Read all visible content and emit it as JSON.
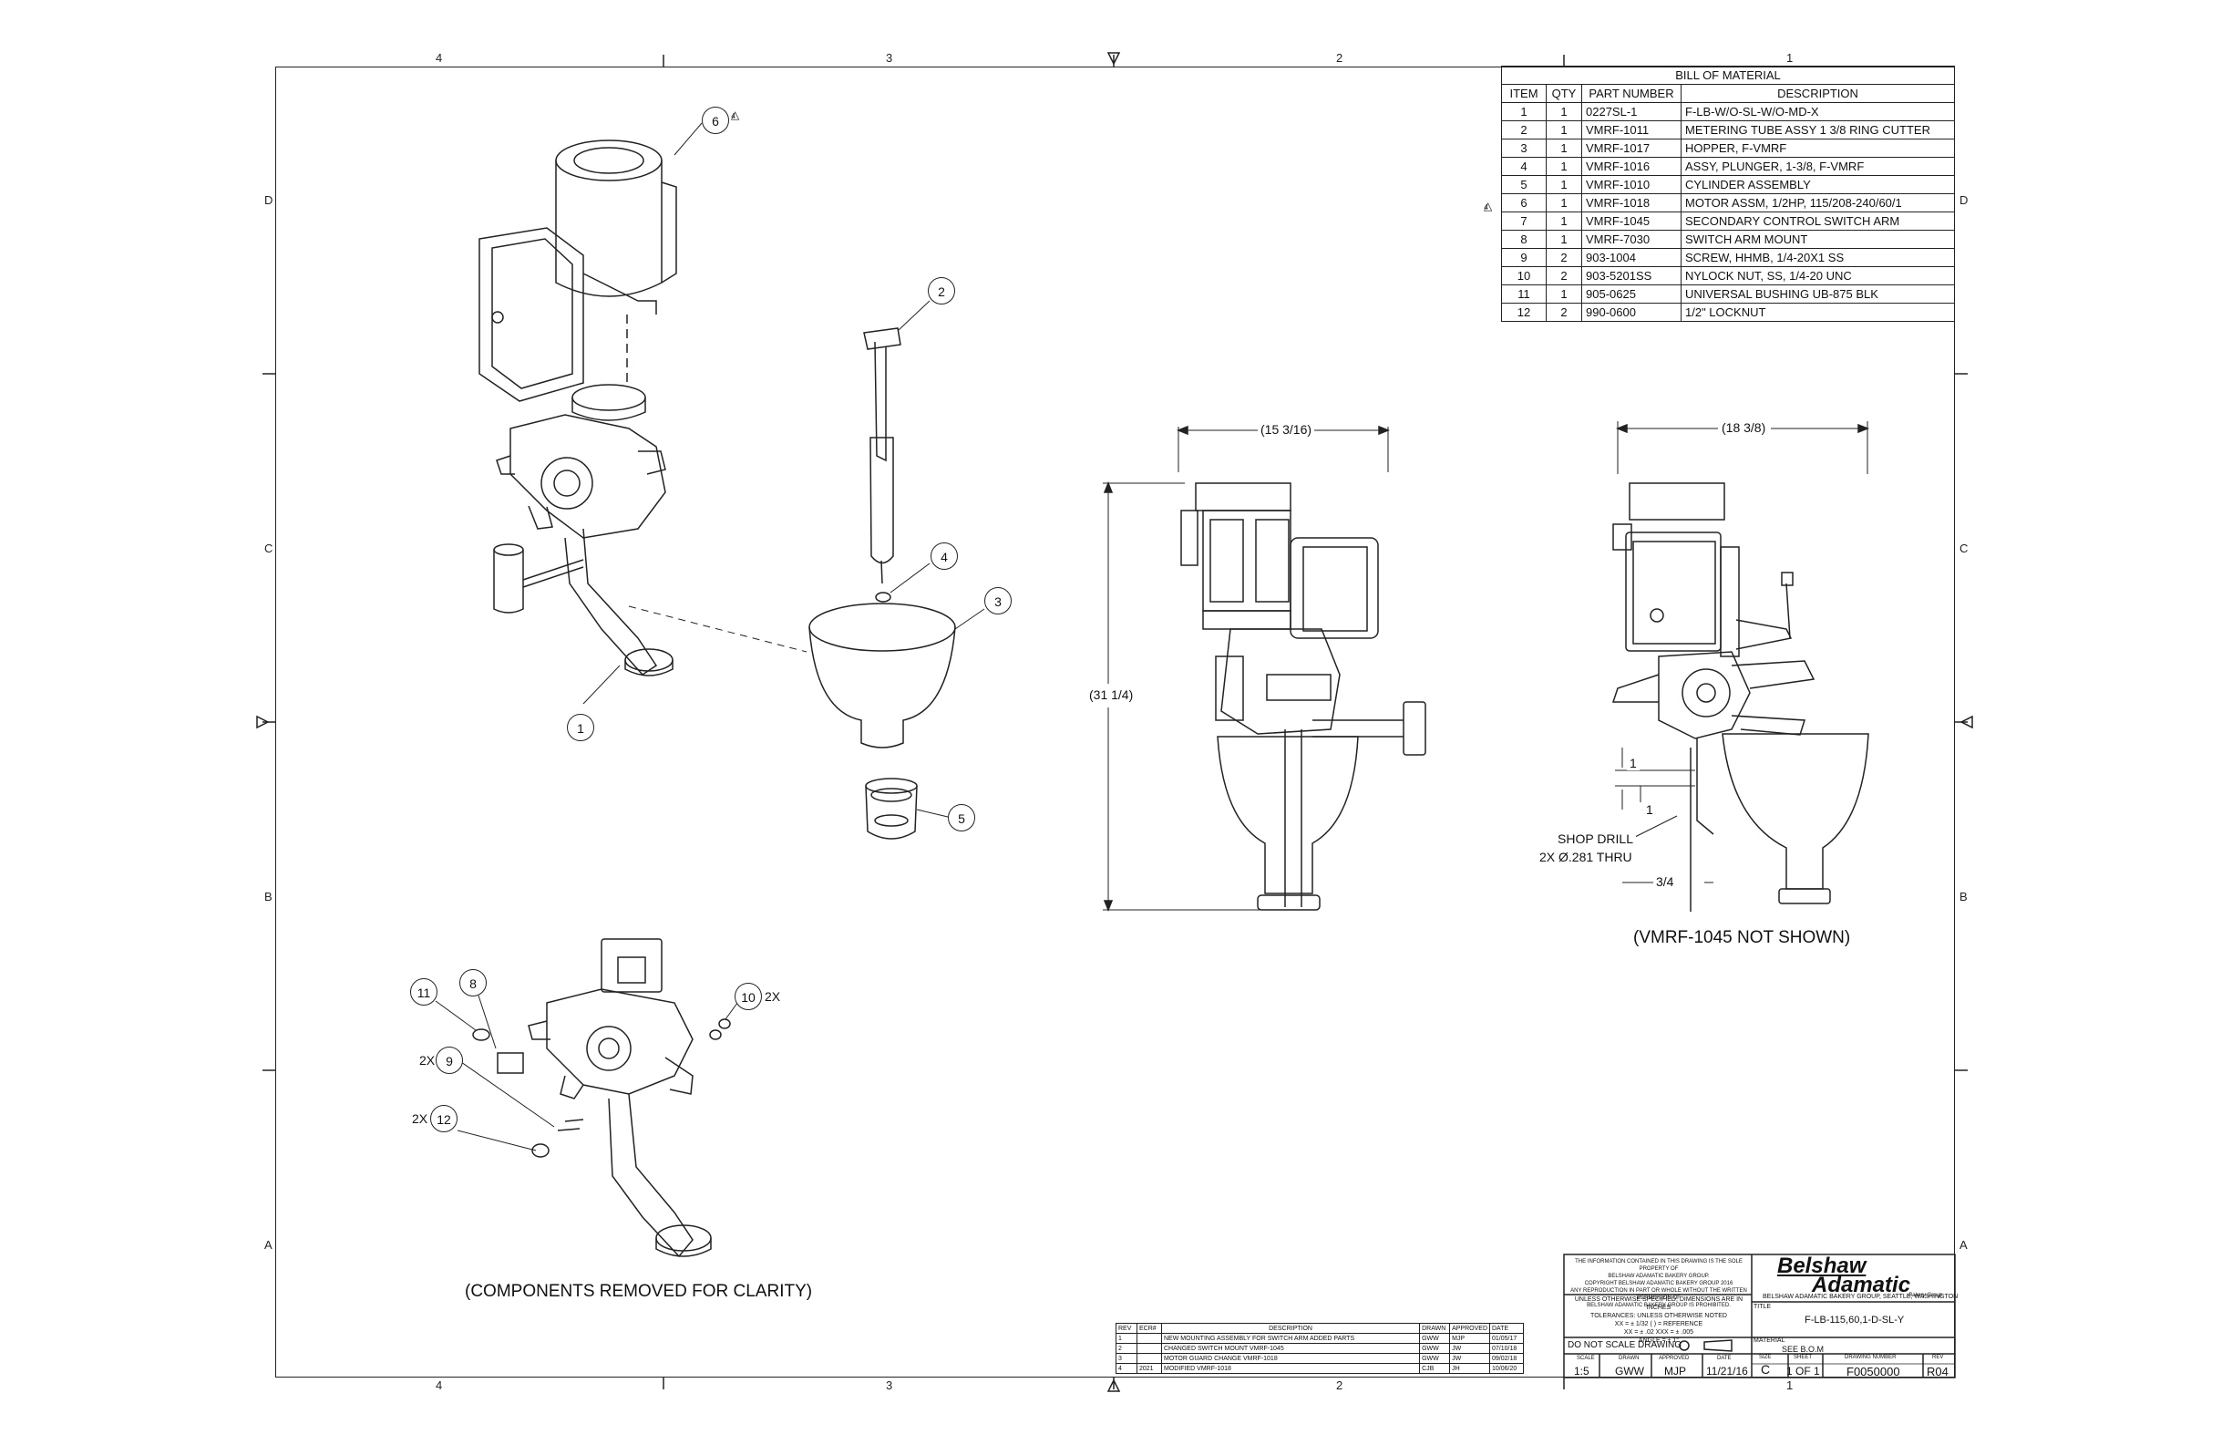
{
  "zones": {
    "top": [
      "4",
      "3",
      "2",
      "1"
    ],
    "bottom": [
      "4",
      "3",
      "2",
      "1"
    ],
    "left": [
      "D",
      "C",
      "B",
      "A"
    ],
    "right": [
      "D",
      "C",
      "B",
      "A"
    ]
  },
  "bom": {
    "title": "BILL OF MATERIAL",
    "headers": [
      "ITEM",
      "QTY",
      "PART NUMBER",
      "DESCRIPTION"
    ],
    "rows": [
      [
        "1",
        "1",
        "0227SL-1",
        "F-LB-W/O-SL-W/O-MD-X"
      ],
      [
        "2",
        "1",
        "VMRF-1011",
        "METERING TUBE ASSY 1 3/8 RING CUTTER"
      ],
      [
        "3",
        "1",
        "VMRF-1017",
        "HOPPER, F-VMRF"
      ],
      [
        "4",
        "1",
        "VMRF-1016",
        "ASSY, PLUNGER, 1-3/8, F-VMRF"
      ],
      [
        "5",
        "1",
        "VMRF-1010",
        "CYLINDER ASSEMBLY"
      ],
      [
        "6",
        "1",
        "VMRF-1018",
        "MOTOR ASSM, 1/2HP, 115/208-240/60/1"
      ],
      [
        "7",
        "1",
        "VMRF-1045",
        "SECONDARY CONTROL SWITCH ARM"
      ],
      [
        "8",
        "1",
        "VMRF-7030",
        "SWITCH ARM MOUNT"
      ],
      [
        "9",
        "2",
        "903-1004",
        "SCREW, HHMB, 1/4-20X1 SS"
      ],
      [
        "10",
        "2",
        "903-5201SS",
        "NYLOCK NUT, SS, 1/4-20 UNC"
      ],
      [
        "11",
        "1",
        "905-0625",
        "UNIVERSAL BUSHING UB-875 BLK"
      ],
      [
        "12",
        "2",
        "990-0600",
        "1/2\" LOCKNUT"
      ]
    ],
    "rev_flag": "4"
  },
  "balloons": {
    "b1": "1",
    "b2": "2",
    "b3": "3",
    "b4": "4",
    "b5": "5",
    "b6": "6",
    "b8": "8",
    "b9": "9",
    "b10": "10",
    "b11": "11",
    "b12": "12",
    "tri6": "4",
    "qty9": "2X",
    "qty10": "2X",
    "qty12": "2X"
  },
  "dimensions": {
    "width_front": "(15 3/16)",
    "height_front": "(31 1/4)",
    "width_side": "(18 3/8)",
    "small_1a": "1",
    "small_1b": "1",
    "small_34": "3/4",
    "drill_1": "SHOP DRILL",
    "drill_2": "2X Ø.281 THRU"
  },
  "notes": {
    "not_shown": "(VMRF-1045 NOT SHOWN)",
    "removed": "(COMPONENTS REMOVED FOR CLARITY)"
  },
  "revisions": {
    "headers": [
      "REV",
      "ECR#",
      "DESCRIPTION",
      "DRAWN",
      "APPROVED",
      "DATE"
    ],
    "rows": [
      [
        "1",
        "",
        "NEW MOUNTING ASSEMBLY FOR SWITCH ARM ADDED PARTS",
        "GWW",
        "MJP",
        "01/05/17"
      ],
      [
        "2",
        "",
        "CHANGED SWITCH MOUNT VMRF-1045",
        "GWW",
        "JW",
        "07/10/18"
      ],
      [
        "3",
        "",
        "MOTOR GUARD CHANGE VMRF-1018",
        "GWW",
        "JW",
        "09/02/18"
      ],
      [
        "4",
        "2021",
        "MODIFIED VMRF-1018",
        "CJB",
        "JH",
        "10/06/20"
      ]
    ]
  },
  "title_block": {
    "prop_1": "THE INFORMATION CONTAINED IN THIS DRAWING IS THE SOLE PROPERTY OF",
    "prop_2": "BELSHAW ADAMATIC BAKERY GROUP.",
    "prop_3": "COPYRIGHT BELSHAW ADAMATIC BAKERY GROUP 2016",
    "prop_4": "ANY REPRODUCTION IN PART OR WHOLE WITHOUT THE WRITTEN PERMISSION OF",
    "prop_5": "BELSHAW ADAMATIC BAKERY GROUP IS PROHIBITED.",
    "tol_1": "UNLESS OTHERWISE SPECIFIED, DIMENSIONS ARE IN INCHES",
    "tol_2": "TOLERANCES: UNLESS OTHERWISE NOTED",
    "tol_3": "XX = ± 1/32      (  ) = REFERENCE",
    "tol_4": "XX = ± .02       XXX = ± .005",
    "tol_5": "ANGLE = ± 1°",
    "no_scale": "DO NOT SCALE DRAWING",
    "logo_1": "Belshaw",
    "logo_2": "Adamatic",
    "logo_sub": "Bakery Group",
    "company": "BELSHAW ADAMATIC BAKERY GROUP, SEATTLE, WASHINGTON",
    "title_label": "TITLE",
    "title": "F-LB-115,60,1-D-SL-Y",
    "material_label": "MATERIAL",
    "material": "SEE B.O.M",
    "scale_label": "SCALE",
    "scale": "1:5",
    "drawn_label": "DRAWN",
    "drawn": "GWW",
    "approved_label": "APPROVED",
    "approved": "MJP",
    "date_label": "DATE",
    "date": "11/21/16",
    "size_label": "SIZE",
    "size": "C",
    "sheet_label": "SHEET",
    "sheet": "1 OF 1",
    "dwg_label": "DRAWING NUMBER",
    "dwg": "F0050000",
    "rev_label": "REV",
    "rev": "R04"
  }
}
